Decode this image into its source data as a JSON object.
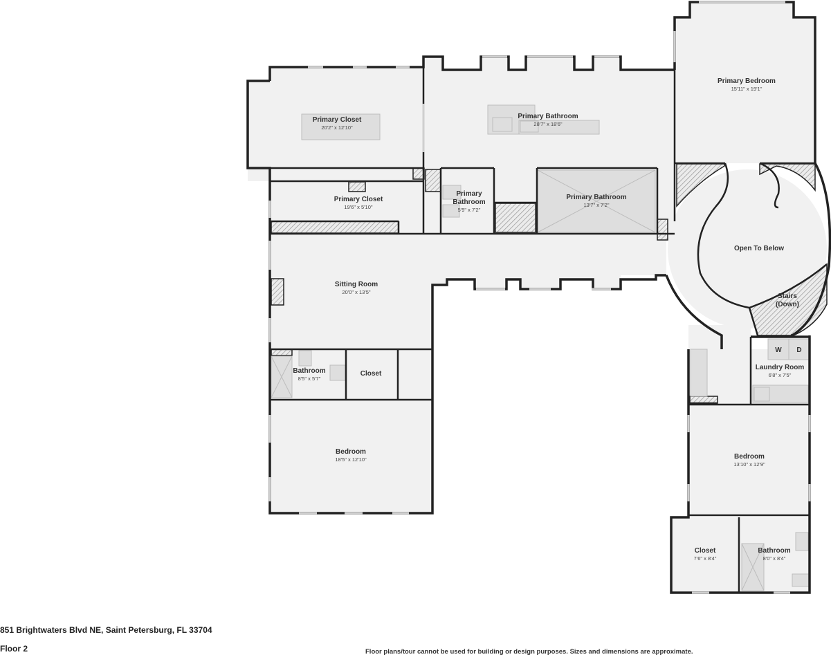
{
  "rooms": [
    {
      "name": "Primary Bedroom",
      "dims": "15'11\" x 19'1\""
    },
    {
      "name": "Primary Closet",
      "dims": "20'2\" x 12'10\""
    },
    {
      "name": "Primary Bathroom",
      "dims": "28'7\" x 18'6\""
    },
    {
      "name": "Primary Closet",
      "dims": "19'6\" x 5'10\""
    },
    {
      "name": "Primary",
      "name2": "Bathroom",
      "dims": "5'9\" x 7'2\""
    },
    {
      "name": "Primary Bathroom",
      "dims": "13'7\" x 7'2\""
    },
    {
      "name": "Open To Below",
      "dims": ""
    },
    {
      "name": "Stairs",
      "name2": "(Down)",
      "dims": ""
    },
    {
      "name": "Sitting Room",
      "dims": "20'0\" x 13'5\""
    },
    {
      "name": "Bathroom",
      "dims": "8'5\" x 5'7\""
    },
    {
      "name": "Closet",
      "dims": ""
    },
    {
      "name": "Laundry Room",
      "dims": "6'8\" x 7'5\""
    },
    {
      "name": "Bedroom",
      "dims": "18'5\" x 12'10\""
    },
    {
      "name": "Bedroom",
      "dims": "13'10\" x 12'9\""
    },
    {
      "name": "Closet",
      "dims": "7'6\" x 8'4\""
    },
    {
      "name": "Bathroom",
      "dims": "8'0\" x 8'4\""
    }
  ],
  "appliances": {
    "washer": "W",
    "dryer": "D"
  },
  "footer": {
    "address": "851 Brightwaters Blvd NE, Saint Petersburg, FL 33704",
    "floor": "Floor 2",
    "disclaimer": "Floor plans/tour cannot be used for building or design purposes. Sizes and dimensions are approximate."
  },
  "colors": {
    "wall": "#222222",
    "floor": "#f1f1f1",
    "hatch": "#bbbbbb",
    "background": "#ffffff"
  }
}
